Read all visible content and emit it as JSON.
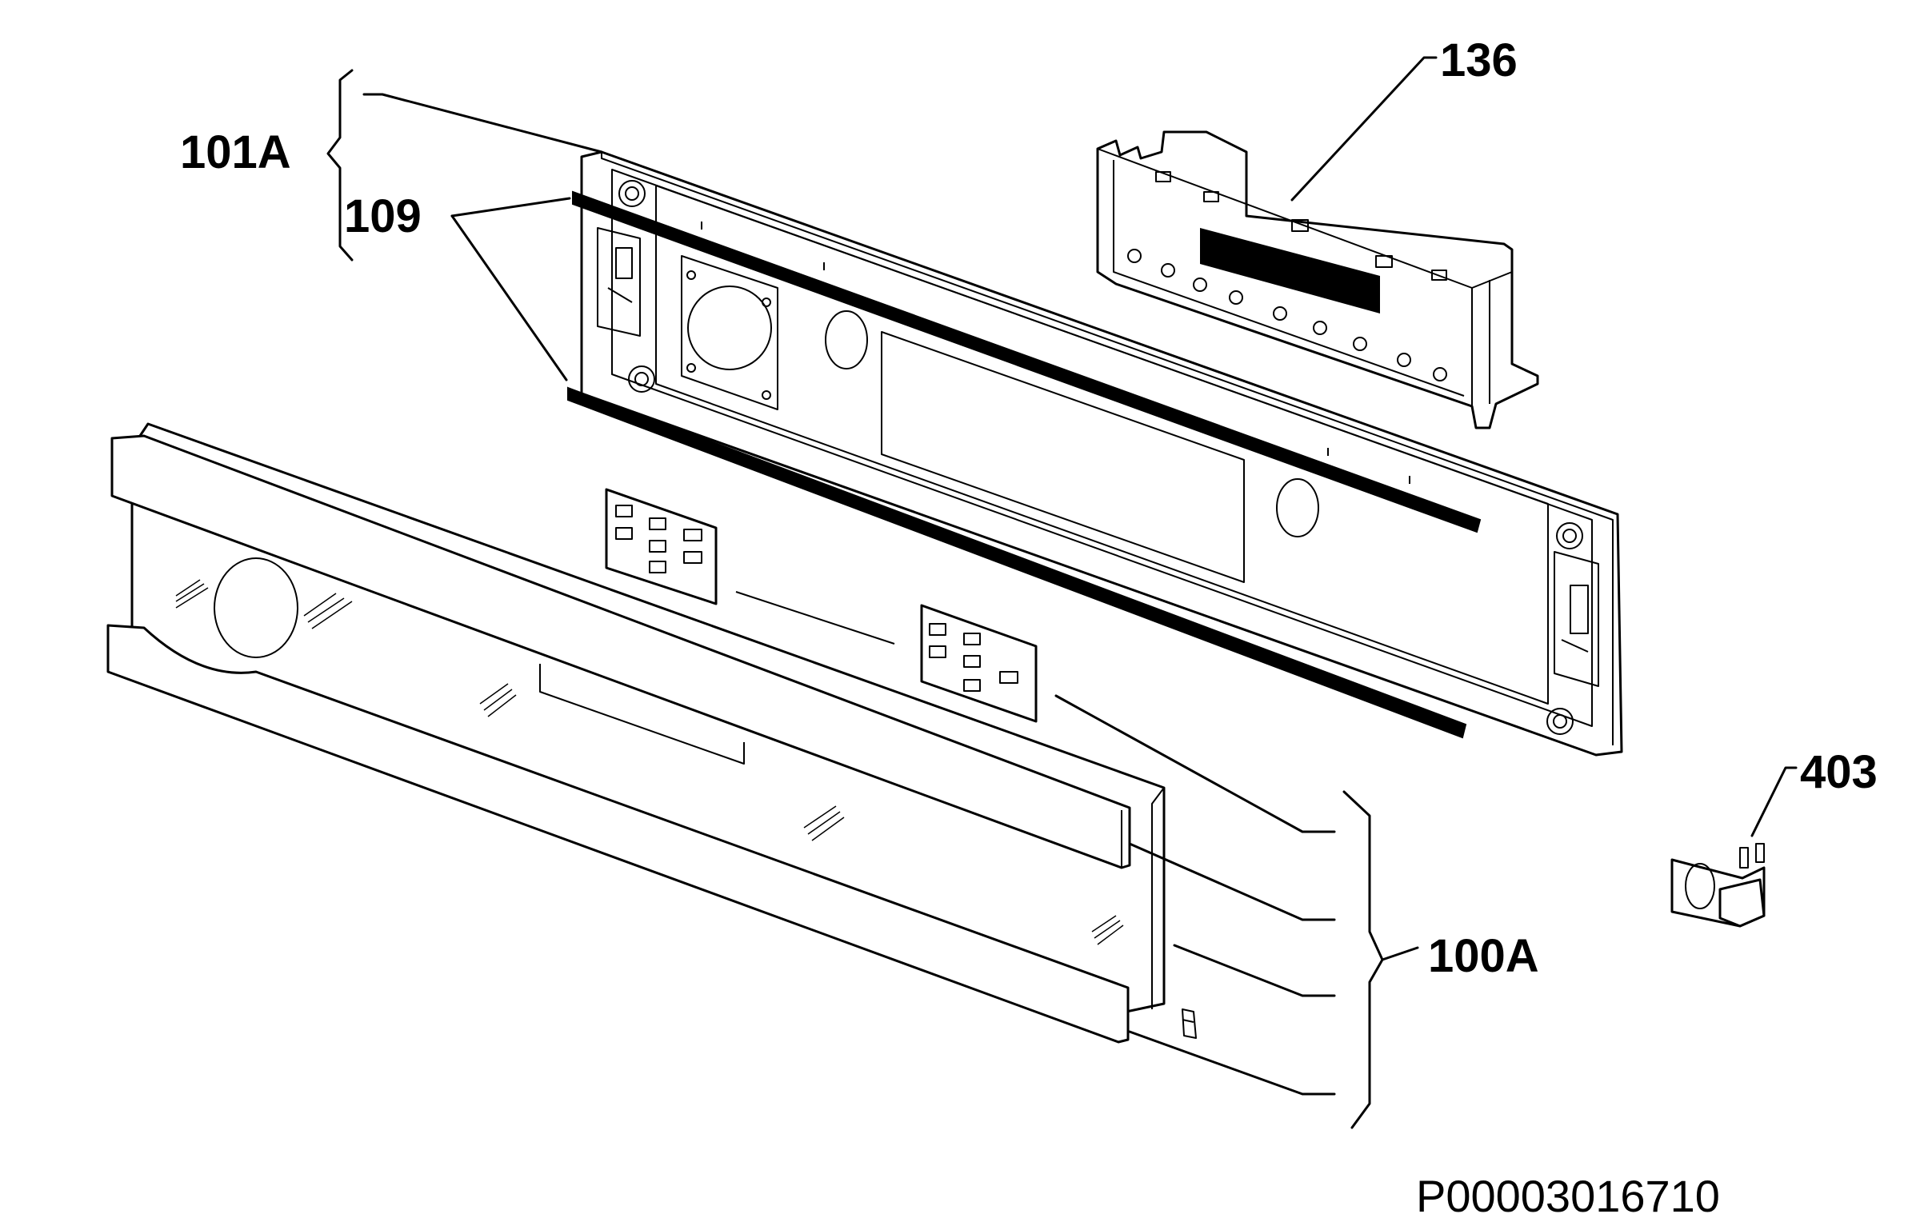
{
  "callouts": {
    "c101A": "101A",
    "c109": "109",
    "c136": "136",
    "c403": "403",
    "c100A": "100A"
  },
  "document_number": "P00003016710"
}
